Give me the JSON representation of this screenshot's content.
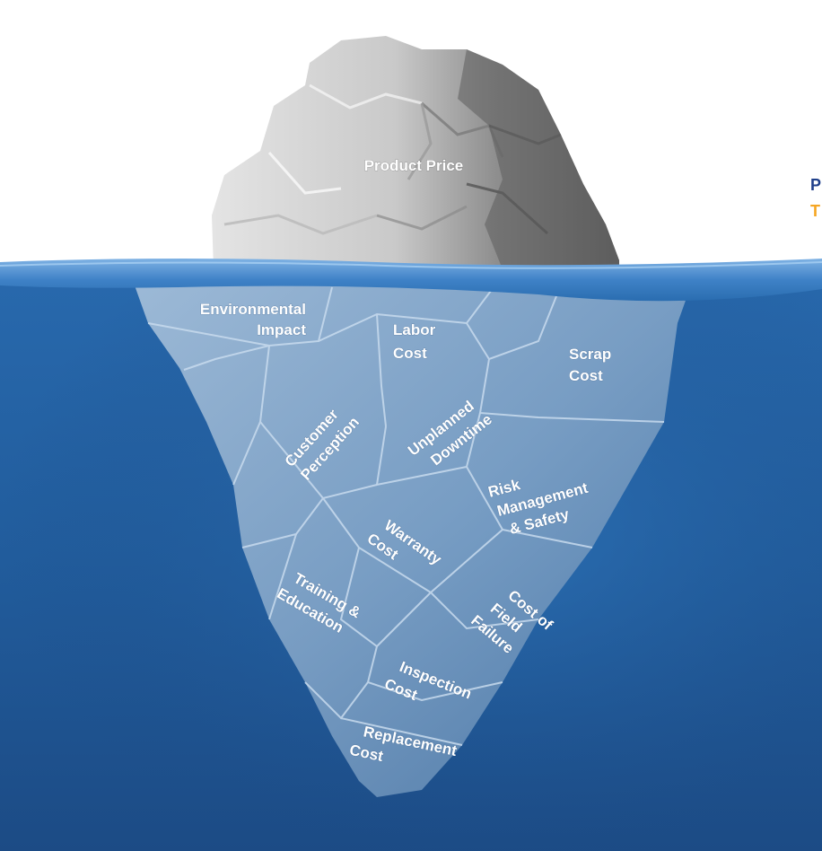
{
  "top_label": "Product Price",
  "hidden_costs": [
    "Environmental Impact",
    "Labor Cost",
    "Scrap Cost",
    "Customer Perception",
    "Unplanned Downtime",
    "Risk Management & Safety",
    "Warranty Cost",
    "Training & Education",
    "Cost of Field Failure",
    "Inspection Cost",
    "Replacement Cost"
  ],
  "labels": {
    "environmental_1": "Environmental",
    "environmental_2": "Impact",
    "labor_1": "Labor",
    "labor_2": "Cost",
    "scrap_1": "Scrap",
    "scrap_2": "Cost",
    "customer_1": "Customer",
    "customer_2": "Perception",
    "unplanned_1": "Unplanned",
    "unplanned_2": "Downtime",
    "risk_1": "Risk",
    "risk_2": "Management",
    "risk_3": "& Safety",
    "warranty_1": "Warranty",
    "warranty_2": "Cost",
    "training_1": "Training &",
    "training_2": "Education",
    "field_1": "Cost of",
    "field_2": "Field",
    "field_3": "Failure",
    "inspection_1": "Inspection",
    "inspection_2": "Cost",
    "replacement_1": "Replacement",
    "replacement_2": "Cost"
  },
  "edge_text": {
    "line1_partial": "P",
    "line2_partial": "T"
  },
  "colors": {
    "water_top": "#2a6db0",
    "water_deep": "#1d4f8c",
    "waterline": "#4f8fd0",
    "ice_under": "#8fb0d0",
    "ice_top_light": "#d9d9d9",
    "ice_top_dark": "#6e6e6e",
    "edge_text_blue": "#1f3f8a",
    "edge_text_orange": "#f5a623"
  }
}
